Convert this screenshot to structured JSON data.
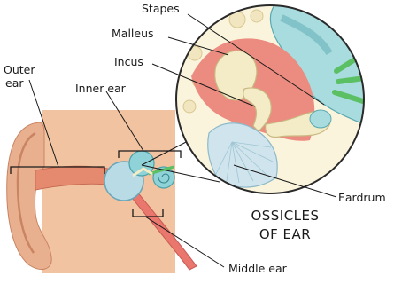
{
  "labels": {
    "stapes": "Stapes",
    "malleus": "Malleus",
    "incus": "Incus",
    "outer_ear_line1": "Outer",
    "outer_ear_line2": "ear",
    "inner_ear": "Inner ear",
    "eardrum": "Eardrum",
    "middle_ear": "Middle ear"
  },
  "caption": {
    "line1": "OSSICLES",
    "line2": "OF EAR"
  },
  "colors": {
    "skin": "#e9b08f",
    "skin_dark": "#d48a66",
    "head_panel": "#f2c3a1",
    "bone": "#f4ecc6",
    "flesh_red": "#e9776e",
    "cochlea_blue": "#8fd3d8",
    "eardrum_blue": "#b8dbe6",
    "nerve_green": "#5bbf63",
    "line": "#1a1a1a"
  }
}
